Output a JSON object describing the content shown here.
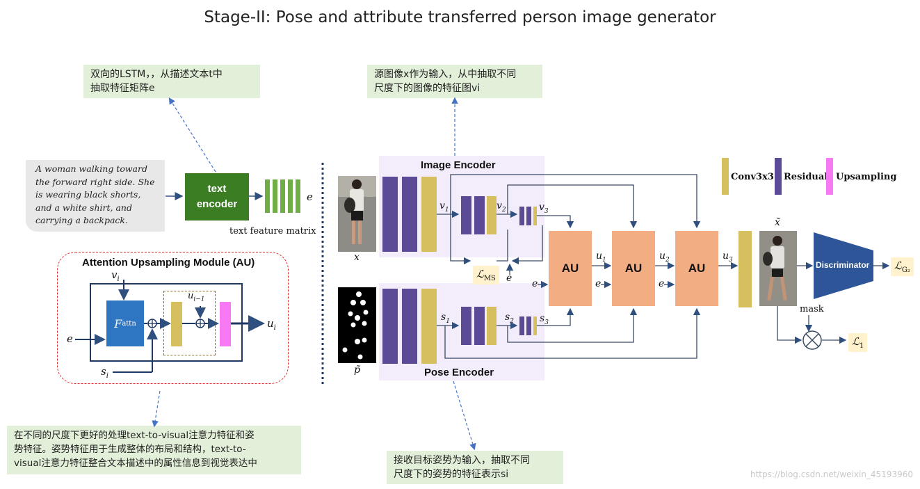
{
  "title": "Stage-II: Pose and attribute transferred person image generator",
  "notes": {
    "lstm": "双向的LSTM，，从描述文本t中\n抽取特征矩阵e",
    "image_src": "源图像x作为输入，从中抽取不同\n尺度下的图像的特征图vi",
    "attention": "在不同的尺度下更好的处理text-to-visual注意力特征和姿\n势特征。姿势特征用于生成整体的布局和结构，text-to-\nvisual注意力特征整合文本描述中的属性信息到视觉表达中",
    "pose": "接收目标姿势为输入，抽取不同\n尺度下的姿势的特征表示si"
  },
  "text_description": "A woman walking toward the forward right side. She is wearing black shorts, and a white shirt, and carrying a backpack.",
  "text_encoder": {
    "label": "text\nencoder",
    "output_symbol": "e",
    "caption": "text feature matrix"
  },
  "au_module": {
    "title": "Attention Upsampling Module (AU)",
    "block_label": "F",
    "block_sup": "attn",
    "v_label": "v",
    "v_sub": "i",
    "u_prev_label": "u",
    "u_prev_sub": "i−1",
    "e_label": "e",
    "s_label": "s",
    "s_sub": "i",
    "u_label": "u",
    "u_sub": "i"
  },
  "encoders": {
    "image": "Image Encoder",
    "pose": "Pose Encoder",
    "x_label": "x",
    "p_label": "p̃"
  },
  "features": {
    "v1": "v",
    "v1s": "1",
    "v2": "v",
    "v2s": "2",
    "v3": "v",
    "v3s": "3",
    "s1": "s",
    "s1s": "1",
    "s2": "s",
    "s2s": "2",
    "s3": "s",
    "s3s": "3",
    "lms": "ℒ",
    "lms_sub": "MS",
    "e": "e"
  },
  "au_blocks": [
    "AU",
    "AU",
    "AU"
  ],
  "au_outputs": {
    "u1": "u",
    "u1s": "1",
    "u2": "u",
    "u2s": "2",
    "u3": "u",
    "u3s": "3"
  },
  "output": {
    "x_tilde": "x̃",
    "discriminator": "Discriminator",
    "mask": "mask",
    "loss_g2": "ℒ",
    "loss_g2_sub": "G₂",
    "loss_1": "ℒ",
    "loss_1_sub": "1"
  },
  "legend": {
    "conv": "Conv3x3",
    "residual": "Residual",
    "upsampling": "Upsampling"
  },
  "colors": {
    "purple": "#5b4b96",
    "gold": "#d6bf5e",
    "pink": "#f779f4",
    "green_enc": "#3b7d23",
    "au": "#f3ad82",
    "discriminator": "#2e5597",
    "fattn": "#2f76c2"
  },
  "watermark": "https://blog.csdn.net/weixin_45193960"
}
